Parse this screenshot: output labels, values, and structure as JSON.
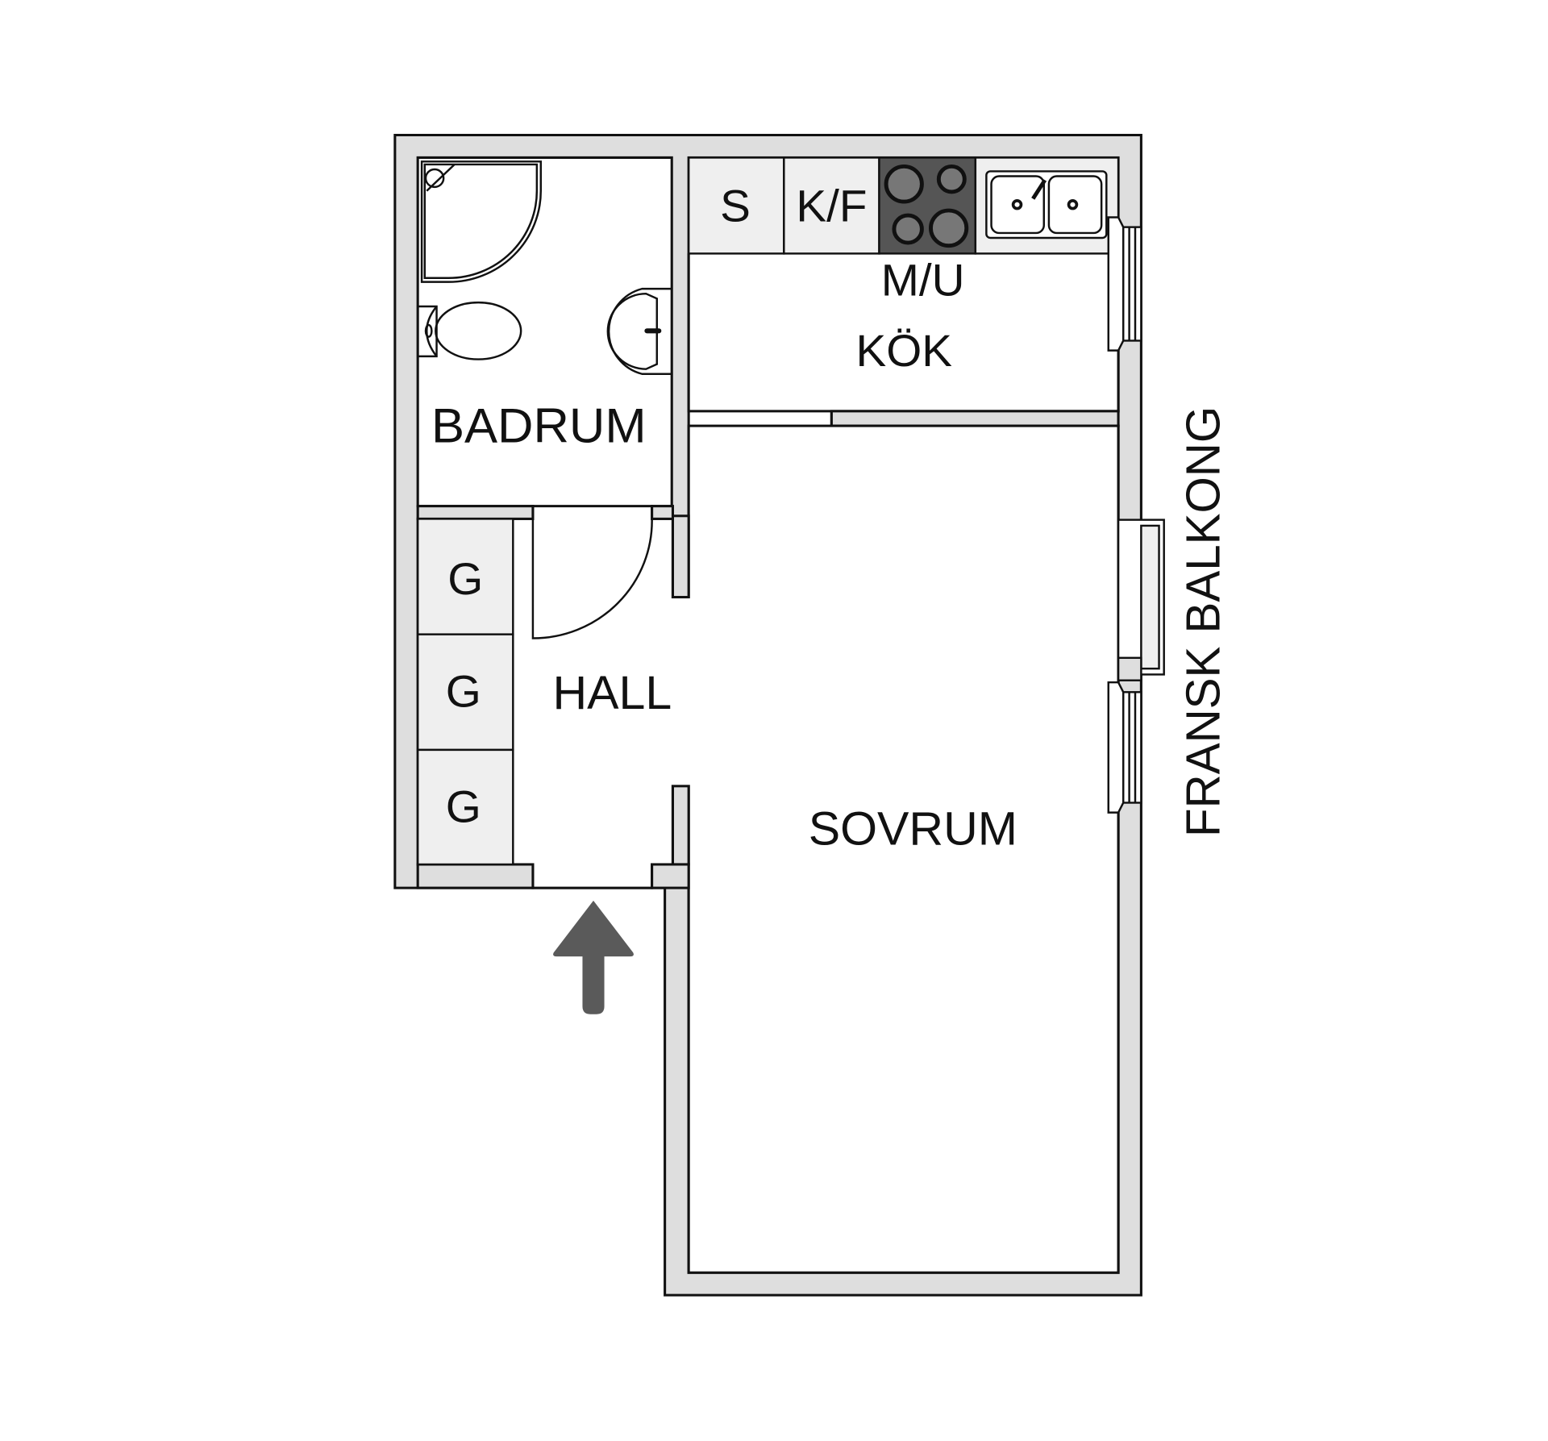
{
  "floorplan": {
    "rooms": {
      "bathroom": "BADRUM",
      "kitchen": "KÖK",
      "hall": "HALL",
      "bedroom": "SOVRUM"
    },
    "fixtures": {
      "storage": "S",
      "fridge_freezer": "K/F",
      "dishwasher_oven": "M/U",
      "wardrobe_1": "G",
      "wardrobe_2": "G",
      "wardrobe_3": "G"
    },
    "balcony_label": "FRANSK BALKONG",
    "entrance_icon": "arrow-up-icon",
    "colors": {
      "wall_fill": "#dedede",
      "cabinet_fill": "#efefef",
      "stove_fill": "#555555",
      "arrow_fill": "#5a5a5a",
      "line": "#111111"
    }
  }
}
